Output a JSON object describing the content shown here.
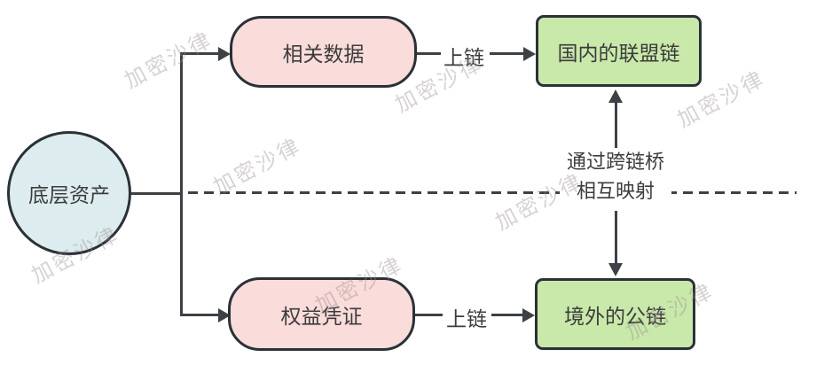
{
  "diagram": {
    "nodes": {
      "underlying_asset": {
        "label": "底层资产"
      },
      "related_data": {
        "label": "相关数据"
      },
      "equity_certificate": {
        "label": "权益凭证"
      },
      "domestic_consortium_chain": {
        "label": "国内的联盟链"
      },
      "overseas_public_chain": {
        "label": "境外的公链"
      }
    },
    "edges": {
      "onchain_top_label": "上链",
      "onchain_bottom_label": "上链",
      "bridge_label_line1": "通过跨链桥",
      "bridge_label_line2": "相互映射"
    },
    "colors": {
      "circle_fill": "#ddedef",
      "pink_fill": "#fadcda",
      "green_fill": "#c9e9ab",
      "border": "#2b3137",
      "line": "#3d4145",
      "text": "#3c3c3c"
    }
  },
  "watermark": {
    "text": "加密沙律"
  }
}
